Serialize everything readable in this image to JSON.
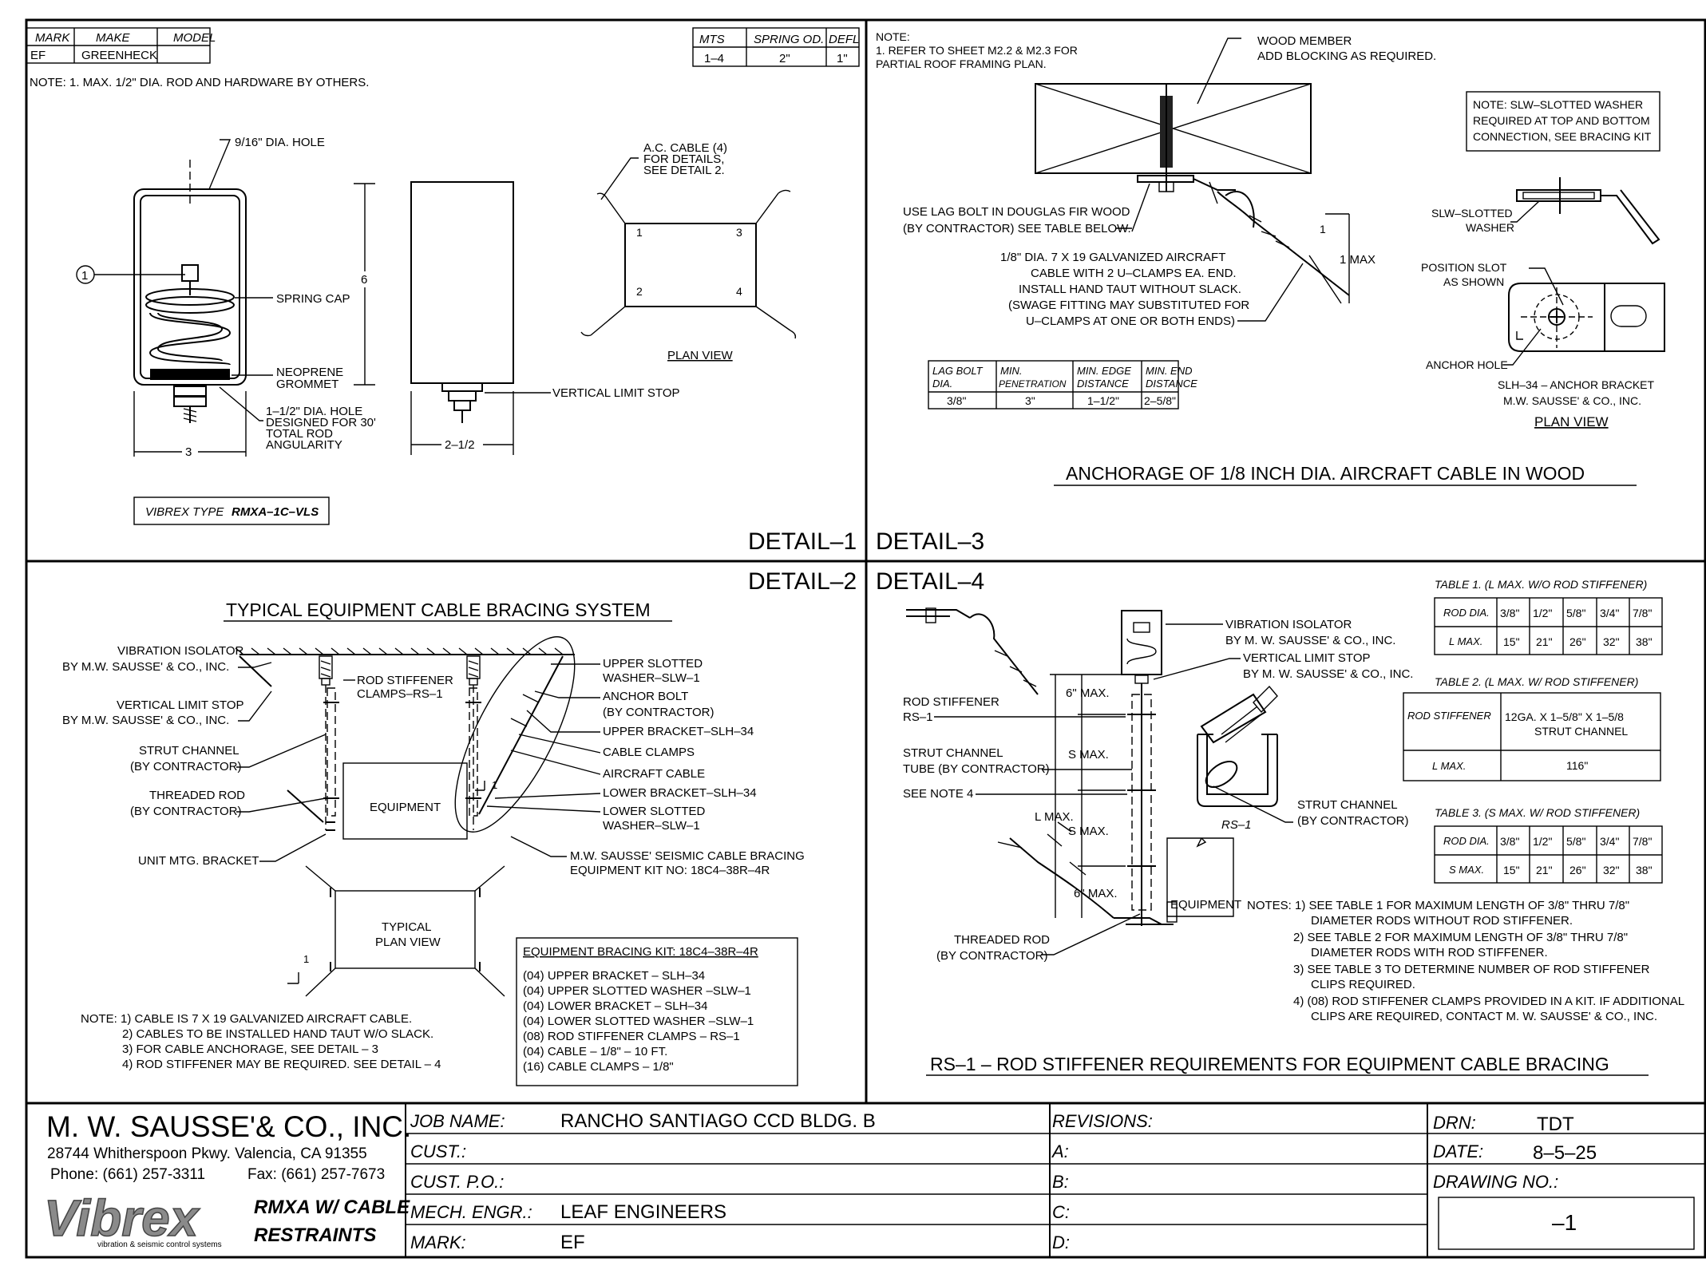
{
  "detail1": {
    "label": "DETAIL–1",
    "mark_table": {
      "headers": [
        "MARK",
        "MAKE",
        "MODEL"
      ],
      "row": [
        "EF",
        "GREENHECK",
        ""
      ]
    },
    "spring_table": {
      "headers": [
        "MTS",
        "SPRING OD.",
        "DEFL"
      ],
      "row": [
        "1–4",
        "2\"",
        "1\""
      ]
    },
    "note": "NOTE: 1. MAX. 1/2\" DIA. ROD AND HARDWARE BY OTHERS.",
    "labels": {
      "hole": "9/16\" DIA. HOLE",
      "callout": "1",
      "spring_cap": "SPRING CAP",
      "neoprene": "NEOPRENE",
      "grommet": "GROMMET",
      "hole_big_1": "1–1/2\" DIA. HOLE",
      "hole_big_2": "DESIGNED FOR 30'",
      "hole_big_3": "TOTAL ROD",
      "hole_big_4": "ANGULARITY",
      "dim_width": "3",
      "dim_height": "6",
      "dim_side": "2–1/2",
      "limit_stop": "VERTICAL LIMIT STOP",
      "ac_cable_1": "A.C. CABLE (4)",
      "ac_cable_2": "FOR DETAILS,",
      "ac_cable_3": "SEE DETAIL 2.",
      "c1": "1",
      "c2": "2",
      "c3": "3",
      "c4": "4",
      "plan_view": "PLAN VIEW"
    },
    "type_prefix": "VIBREX TYPE",
    "type_model": "RMXA–1C–VLS"
  },
  "detail2": {
    "label": "DETAIL–2",
    "title": "TYPICAL EQUIPMENT CABLE BRACING SYSTEM",
    "left_labels": [
      "VIBRATION ISOLATOR",
      "BY M.W. SAUSSE' & CO., INC.",
      "VERTICAL LIMIT STOP",
      "BY M.W. SAUSSE' & CO., INC.",
      "STRUT CHANNEL",
      "(BY CONTRACTOR)",
      "THREADED ROD",
      "(BY CONTRACTOR)",
      "UNIT MTG. BRACKET"
    ],
    "rod_stiffener_1": "ROD STIFFENER",
    "rod_stiffener_2": "CLAMPS–RS–1",
    "equipment": "EQUIPMENT",
    "one": "1",
    "right_labels": [
      "UPPER SLOTTED",
      "WASHER–SLW–1",
      "ANCHOR BOLT",
      "(BY CONTRACTOR)",
      "UPPER BRACKET–SLH–34",
      "CABLE CLAMPS",
      "AIRCRAFT CABLE",
      "LOWER BRACKET–SLH–34",
      "LOWER SLOTTED",
      "WASHER–SLW–1"
    ],
    "kit_label_1": "M.W. SAUSSE' SEISMIC CABLE BRACING",
    "kit_label_2": "EQUIPMENT KIT NO: 18C4–38R–4R",
    "typical_1": "TYPICAL",
    "typical_2": "PLAN VIEW",
    "notes": [
      "NOTE: 1) CABLE IS 7 X 19 GALVANIZED AIRCRAFT CABLE.",
      "2) CABLES TO BE INSTALLED HAND TAUT W/O SLACK.",
      "3) FOR CABLE ANCHORAGE, SEE DETAIL – 3",
      "4) ROD STIFFENER MAY BE REQUIRED. SEE DETAIL – 4"
    ],
    "kit_title": "EQUIPMENT BRACING KIT: 18C4–38R–4R",
    "kit_items": [
      "(04) UPPER BRACKET – SLH–34",
      "(04) UPPER SLOTTED WASHER –SLW–1",
      "(04) LOWER BRACKET – SLH–34",
      "(04) LOWER SLOTTED WASHER –SLW–1",
      "(08) ROD STIFFENER CLAMPS – RS–1",
      "(04) CABLE – 1/8\" – 10 FT.",
      "(16) CABLE CLAMPS – 1/8\""
    ]
  },
  "detail3": {
    "label": "DETAIL–3",
    "note_lines": [
      "NOTE:",
      "1. REFER TO SHEET M2.2 & M2.3 FOR",
      "PARTIAL ROOF FRAMING PLAN."
    ],
    "wood_1": "WOOD MEMBER",
    "wood_2": "ADD BLOCKING AS REQUIRED.",
    "slw_note": [
      "NOTE: SLW–SLOTTED WASHER",
      "REQUIRED AT TOP AND BOTTOM",
      "CONNECTION, SEE BRACING KIT"
    ],
    "lag_1": "USE LAG BOLT IN DOUGLAS FIR WOOD",
    "lag_2": "(BY CONTRACTOR) SEE TABLE BELOW.",
    "cable_lines": [
      "1/8\" DIA. 7 X 19 GALVANIZED AIRCRAFT",
      "CABLE WITH 2 U–CLAMPS EA. END.",
      "INSTALL HAND TAUT WITHOUT SLACK.",
      "(SWAGE FITTING MAY SUBSTITUTED FOR",
      "U–CLAMPS AT ONE OR BOTH ENDS)"
    ],
    "one": "1",
    "one_max": "1 MAX",
    "slw_slotted_1": "SLW–SLOTTED",
    "slw_slotted_2": "WASHER",
    "position_1": "POSITION SLOT",
    "position_2": "AS SHOWN",
    "anchor_hole": "ANCHOR HOLE",
    "slh_1": "SLH–34 –  ANCHOR BRACKET",
    "slh_2": "M.W. SAUSSE' & CO., INC.",
    "plan_view": "PLAN VIEW",
    "lag_table": {
      "headers": [
        [
          "LAG BOLT",
          "DIA."
        ],
        [
          "MIN.",
          "PENETRATION"
        ],
        [
          "MIN. EDGE",
          "DISTANCE"
        ],
        [
          "MIN. END",
          "DISTANCE"
        ]
      ],
      "row": [
        "3/8\"",
        "3\"",
        "1–1/2\"",
        "2–5/8\""
      ]
    },
    "title": "ANCHORAGE OF 1/8 INCH DIA. AIRCRAFT CABLE IN WOOD"
  },
  "detail4": {
    "label": "DETAIL–4",
    "iso_1": "VIBRATION ISOLATOR",
    "iso_2": "BY M. W. SAUSSE' & CO., INC.",
    "vls_1": "VERTICAL LIMIT STOP",
    "vls_2": "BY M. W. SAUSSE' & CO., INC.",
    "rod_stiff_1": "ROD STIFFENER",
    "rod_stiff_2": "RS–1",
    "strut_1": "STRUT CHANNEL",
    "strut_2": "TUBE (BY CONTRACTOR)",
    "see_note": "SEE NOTE 4",
    "six_max": "6\" MAX.",
    "s_max": "S MAX.",
    "l_max": "L MAX.",
    "s_max2": "S MAX.",
    "six_max2": "6\" MAX.",
    "rs1": "RS–1",
    "strut_r_1": "STRUT CHANNEL",
    "strut_r_2": "(BY CONTRACTOR)",
    "equipment": "EQUIPMENT",
    "threaded_1": "THREADED ROD",
    "threaded_2": "(BY CONTRACTOR)",
    "table1": {
      "title": "TABLE 1.  (L MAX. W/O ROD STIFFENER)",
      "row1": [
        "ROD DIA.",
        "3/8\"",
        "1/2\"",
        "5/8\"",
        "3/4\"",
        "7/8\""
      ],
      "row2": [
        "L MAX.",
        "15\"",
        "21\"",
        "26\"",
        "32\"",
        "38\""
      ]
    },
    "table2": {
      "title": "TABLE 2.  (L MAX. W/ ROD STIFFENER)",
      "r1c1": "ROD STIFFENER",
      "r1c2a": "12GA. X 1–5/8\" X 1–5/8",
      "r1c2b": "STRUT CHANNEL",
      "r2c1": "L MAX.",
      "r2c2": "116\""
    },
    "table3": {
      "title": "TABLE 3.  (S MAX. W/ ROD STIFFENER)",
      "row1": [
        "ROD DIA.",
        "3/8\"",
        "1/2\"",
        "5/8\"",
        "3/4\"",
        "7/8\""
      ],
      "row2": [
        "S MAX.",
        "15\"",
        "21\"",
        "26\"",
        "32\"",
        "38\""
      ]
    },
    "notes": [
      "NOTES: 1) SEE TABLE 1 FOR MAXIMUM LENGTH OF 3/8\" THRU 7/8\"",
      "DIAMETER RODS WITHOUT ROD STIFFENER.",
      "2) SEE TABLE 2 FOR MAXIMUM LENGTH OF 3/8\" THRU 7/8\"",
      "DIAMETER RODS WITH ROD STIFFENER.",
      "3) SEE TABLE 3 TO DETERMINE NUMBER OF ROD STIFFENER",
      "CLIPS REQUIRED.",
      "4) (08) ROD STIFFENER CLAMPS PROVIDED IN A KIT. IF ADDITIONAL",
      "CLIPS ARE REQUIRED, CONTACT M. W. SAUSSE' & CO., INC."
    ],
    "title": "RS–1 – ROD STIFFENER REQUIREMENTS FOR EQUIPMENT CABLE BRACING"
  },
  "title_block": {
    "company": "M. W. SAUSSE'& CO., INC.",
    "address": "28744 Whitherspoon Pkwy. Valencia, CA 91355",
    "phone": "Phone: (661) 257-3311",
    "fax": "Fax: (661) 257-7673",
    "logo": "Vibrex",
    "logo_tagline": "vibration & seismic control systems",
    "product_1": "RMXA W/ CABLE",
    "product_2": "RESTRAINTS",
    "job_label": "JOB NAME:",
    "job_value": "RANCHO SANTIAGO CCD BLDG. B",
    "cust_label": "CUST.:",
    "cust_po_label": "CUST. P.O.:",
    "mech_label": "MECH. ENGR.:",
    "mech_value": "LEAF ENGINEERS",
    "mark_label": "MARK:",
    "mark_value": "EF",
    "revisions_label": "REVISIONS:",
    "rev_a": "A:",
    "rev_b": "B:",
    "rev_c": "C:",
    "rev_d": "D:",
    "drn_label": "DRN:",
    "drn_value": "TDT",
    "date_label": "DATE:",
    "date_value": "8–5–25",
    "drawing_no_label": "DRAWING NO.:",
    "drawing_no_value": "–1"
  }
}
